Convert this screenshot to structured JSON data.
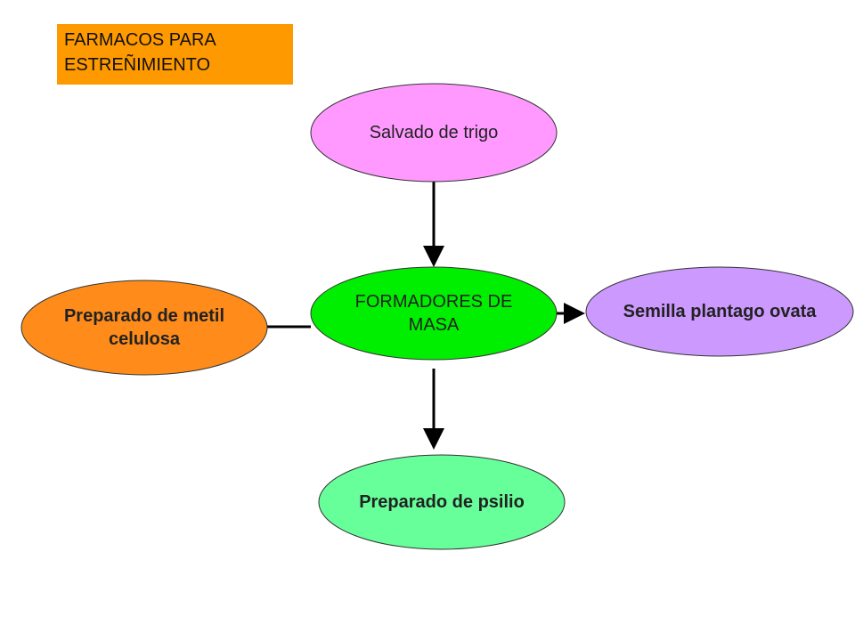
{
  "title": {
    "lines": [
      "FARMACOS PARA",
      "ESTREÑIMIENTO"
    ],
    "color": "#FF9900"
  },
  "nodes": {
    "center": {
      "lines": [
        "FORMADORES DE",
        "MASA"
      ],
      "color": "#00EE00"
    },
    "top": {
      "lines": [
        "Salvado de trigo"
      ],
      "color": "#FF99FF"
    },
    "left": {
      "lines": [
        "Preparado de metil",
        "celulosa"
      ],
      "color": "#FF8C1A"
    },
    "right": {
      "lines": [
        "Semilla plantago ovata"
      ],
      "color": "#CC99FF"
    },
    "bottom": {
      "lines": [
        "Preparado de psilio"
      ],
      "color": "#66FF99"
    }
  },
  "colors": {
    "connector": "#000000"
  }
}
